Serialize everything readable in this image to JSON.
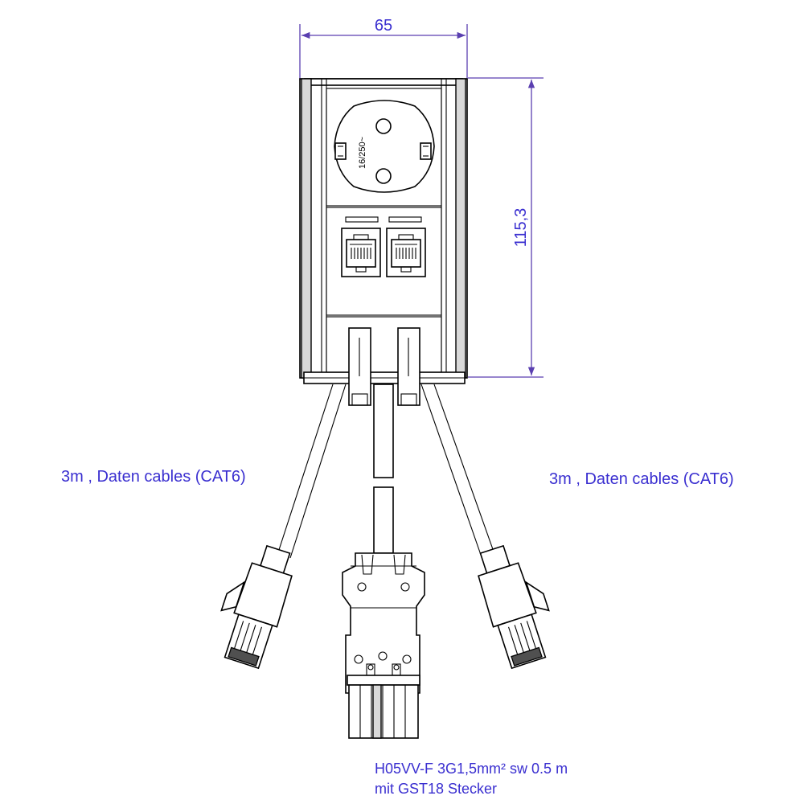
{
  "dimensions": {
    "width_label": "65",
    "height_label": "115,3"
  },
  "labels": {
    "left_cable": "3m , Daten cables (CAT6)",
    "right_cable": "3m , Daten cables (CAT6)",
    "power_cable_line1": "H05VV-F 3G1,5mm² sw 0.5 m",
    "power_cable_line2": "mit GST18 Stecker",
    "socket_rating": "16/250~"
  },
  "colors": {
    "annotation": "#3a2fd0",
    "dimension_lines": "#5a3fb0"
  }
}
